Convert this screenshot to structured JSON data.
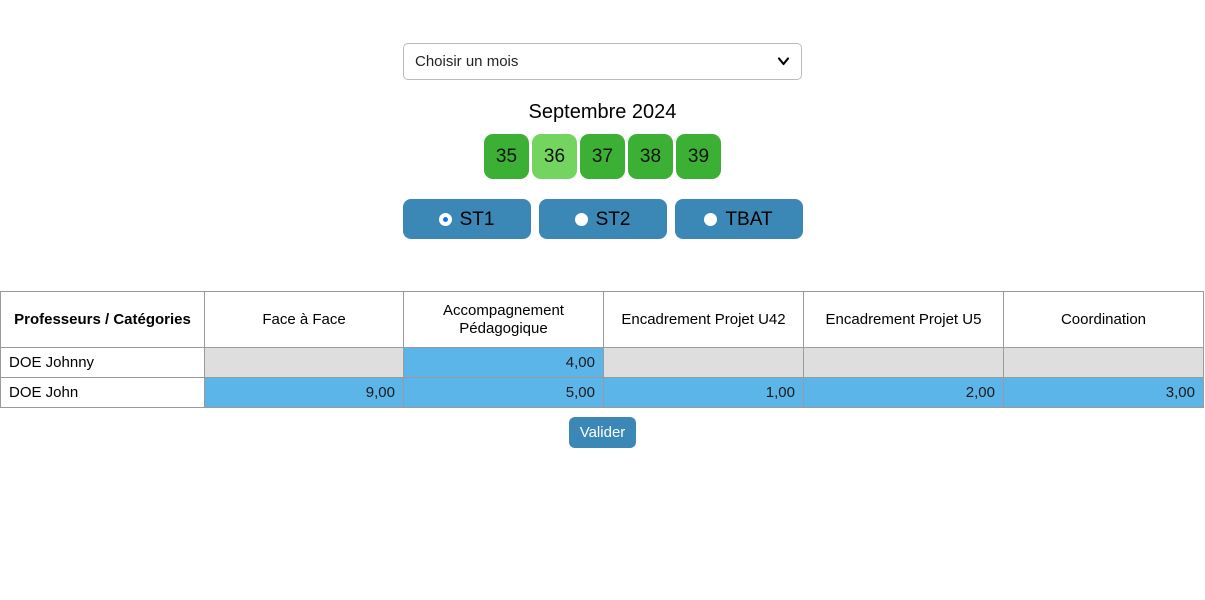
{
  "month_selector": {
    "selected_label": "Choisir un mois",
    "options": [
      "Choisir un mois"
    ],
    "caret_icon": "chevron-down-icon"
  },
  "period": {
    "title": "Septembre 2024",
    "weeks": [
      {
        "number": "35",
        "selected": false
      },
      {
        "number": "36",
        "selected": true
      },
      {
        "number": "37",
        "selected": false
      },
      {
        "number": "38",
        "selected": false
      },
      {
        "number": "39",
        "selected": false
      }
    ]
  },
  "site_filter": {
    "options": [
      {
        "label": "ST1",
        "selected": true
      },
      {
        "label": "ST2",
        "selected": false
      },
      {
        "label": "TBAT",
        "selected": false
      }
    ]
  },
  "table": {
    "columns": [
      "Professeurs / Catégories",
      "Face à Face",
      "Accompagnement Pédagogique",
      "Encadrement Projet U42",
      "Encadrement Projet U5",
      "Coordination"
    ],
    "rows": [
      {
        "name": "DOE Johnny",
        "values": [
          "",
          "4,00",
          "",
          "",
          ""
        ],
        "states": [
          "empty",
          "filled",
          "empty",
          "empty",
          "empty"
        ]
      },
      {
        "name": "DOE John",
        "values": [
          "9,00",
          "5,00",
          "1,00",
          "2,00",
          "3,00"
        ],
        "states": [
          "filled",
          "filled",
          "filled",
          "filled",
          "filled"
        ]
      }
    ]
  },
  "actions": {
    "validate_label": "Valider"
  },
  "colors": {
    "week_default": "#3cb034",
    "week_selected": "#73d45f",
    "accent_blue": "#3b87b5",
    "cell_filled": "#5bb5e8",
    "cell_empty": "#dedede"
  }
}
